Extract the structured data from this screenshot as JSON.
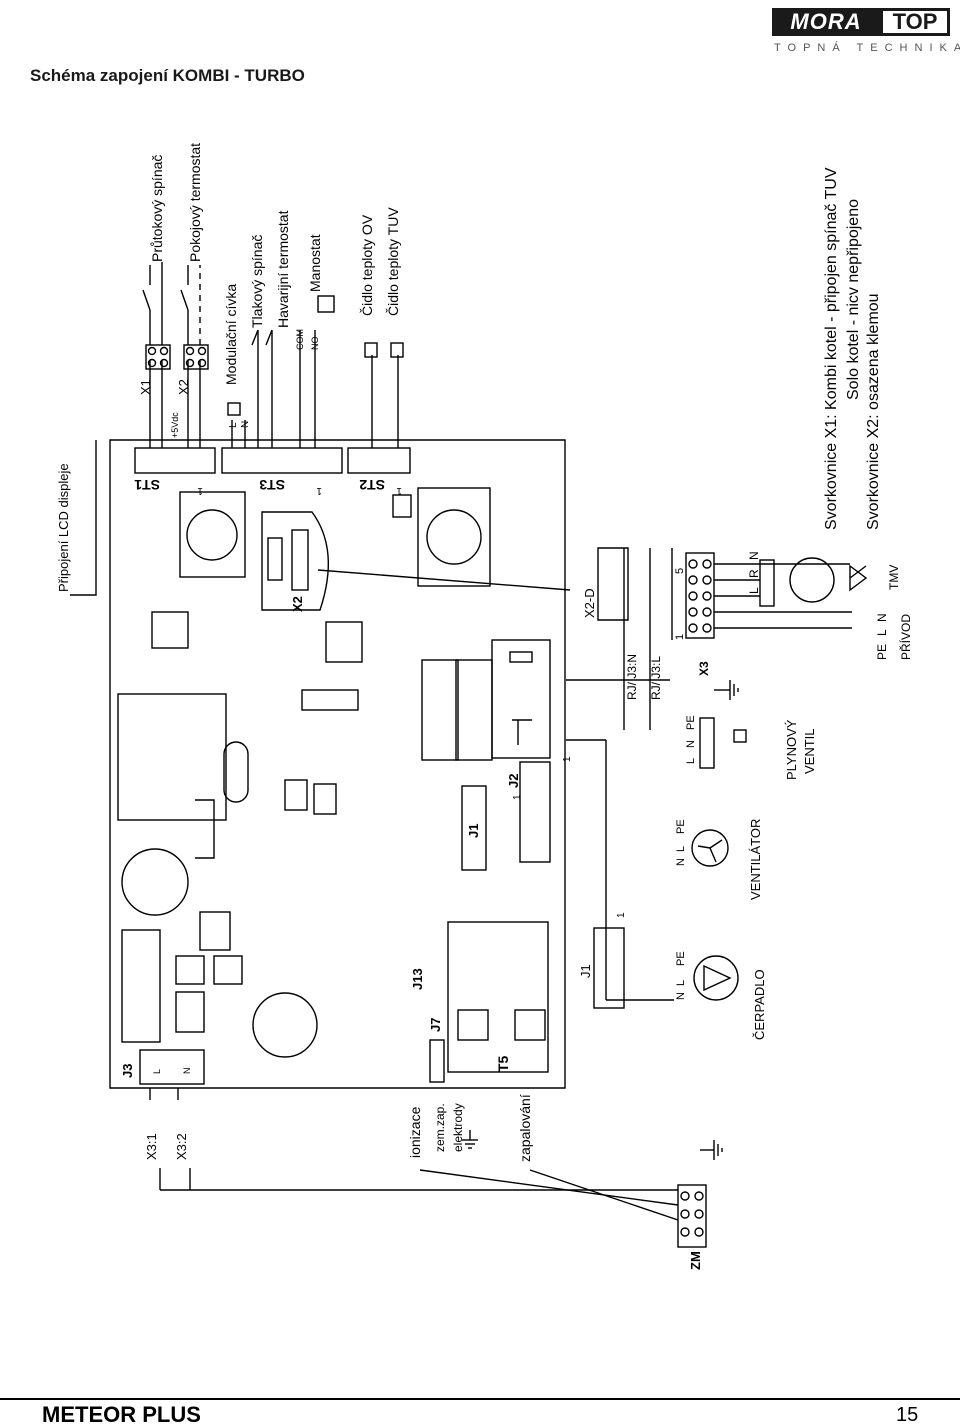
{
  "brand": {
    "logo_left": "MORA",
    "logo_right": "TOP",
    "tagline": "TOPNÁ TECHNIKA"
  },
  "title": "Schéma zapojení KOMBI - TURBO",
  "footer": {
    "product": "METEOR PLUS",
    "page": "15"
  },
  "diagram": {
    "lcd_label": "Připojení LCD displeje",
    "connectors": {
      "st1": "ST1",
      "st2": "ST2",
      "st3": "ST3",
      "x2": "X2",
      "j1": "J1",
      "j2": "J2",
      "j3": "J3",
      "j7": "J7",
      "j13": "J13",
      "t5": "T5",
      "x3": "X3",
      "zm": "ZM",
      "x1": "X1",
      "x2_term": "X2",
      "x2d": "X2-D"
    },
    "pin_one": "1",
    "pin_five": "5",
    "j3_pins": {
      "l": "L",
      "n": "N"
    },
    "vdc": "+5Vdc",
    "coil_pins": {
      "l": "L",
      "n": "N"
    },
    "manostat_pins": {
      "com": "COM",
      "no": "NO"
    },
    "top_labels": [
      "Průtokový spínač",
      "Pokojový termostat",
      "Modulační cívka",
      "Tlakový spínač",
      "Havarijní termostat",
      "Manostat",
      "Čidlo teploty OV",
      "Čidlo teploty TUV"
    ],
    "left_labels": {
      "x3_1": "X3:1",
      "x3_2": "X3:2",
      "ionizace": "ionizace",
      "zem_zap": "zem.zap.",
      "elektrody": "elektrody",
      "zapalovani": "zapalování"
    },
    "rj_labels": {
      "rj_n": "RJ/ J3:N",
      "rj_l": "RJ/ J3:L"
    },
    "devices": {
      "cerpadlo": "ČERPADLO",
      "ventilator": "VENTILÁTOR",
      "plynovy": "PLYNOVÝ",
      "ventil": "VENTIL",
      "tmv": "TMV",
      "privod": "PŘÍVOD"
    },
    "device_pins": {
      "n": "N",
      "l": "L",
      "pe": "PE",
      "r": "R"
    },
    "notes": [
      "Svorkovnice X1: Kombi kotel - připojen spínač TUV",
      "Solo kotel - nicv nepřipojeno",
      "Svorkovnice X2: osazena klemou"
    ]
  }
}
